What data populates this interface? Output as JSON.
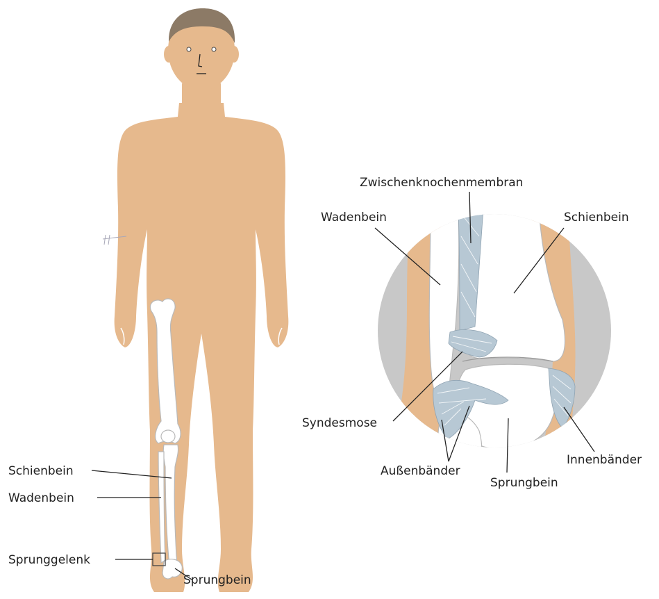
{
  "body_labels": {
    "schienbein": "Schienbein",
    "wadenbein": "Wadenbein",
    "sprunggelenk": "Sprunggelenk",
    "sprungbein": "Sprungbein"
  },
  "detail_labels": {
    "zwischenknochenmembran": "Zwischenknochenmembran",
    "wadenbein": "Wadenbein",
    "schienbein": "Schienbein",
    "syndesmose": "Syndesmose",
    "aussenbaender": "Außenbänder",
    "sprungbein": "Sprungbein",
    "innenbaender": "Innenbänder"
  },
  "colors": {
    "skin": "#e6b98d",
    "hair": "#8c7a66",
    "bone": "#ffffff",
    "ligament": "#b7c8d4",
    "detail_background": "#c8c8c8",
    "line": "#222222"
  }
}
